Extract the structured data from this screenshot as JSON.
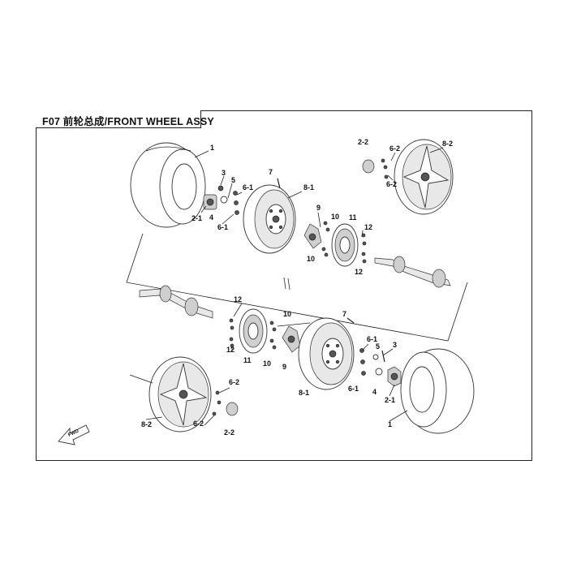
{
  "title": "F07 前轮总成/FRONT WHEEL ASSY",
  "fwd_label": "FWD",
  "callouts": {
    "tire_top": "1",
    "nut_top": "3",
    "cap_top": "2-1",
    "washer_top": "4",
    "pin_top": "5",
    "stud_top_a": "6-1",
    "stud_top_b": "6-1",
    "valve_top": "7",
    "rim_top": "8-1",
    "hub_top": "9",
    "bolt_top_a": "10",
    "bolt_top_b": "10",
    "disc_top": "11",
    "disc_bolt_top_a": "12",
    "disc_bolt_top_b": "12",
    "alt_cap_top": "2-2",
    "alt_stud_top_a": "6-2",
    "alt_stud_top_b": "6-2",
    "alt_rim_top": "8-2",
    "disc_bolt_bot_a": "12",
    "disc_bolt_bot_b": "12",
    "disc_bot": "11",
    "bolt_bot_a": "10",
    "bolt_bot_b": "10",
    "hub_bot": "9",
    "valve_bot": "7",
    "rim_bot": "8-1",
    "stud_bot_a": "6-1",
    "stud_bot_b": "6-1",
    "pin_bot": "5",
    "nut_bot": "3",
    "washer_bot": "4",
    "cap_bot": "2-1",
    "tire_bot": "1",
    "alt_stud_bot_a": "6-2",
    "alt_stud_bot_b": "6-2",
    "alt_rim_bot": "8-2",
    "alt_cap_bot": "2-2"
  }
}
